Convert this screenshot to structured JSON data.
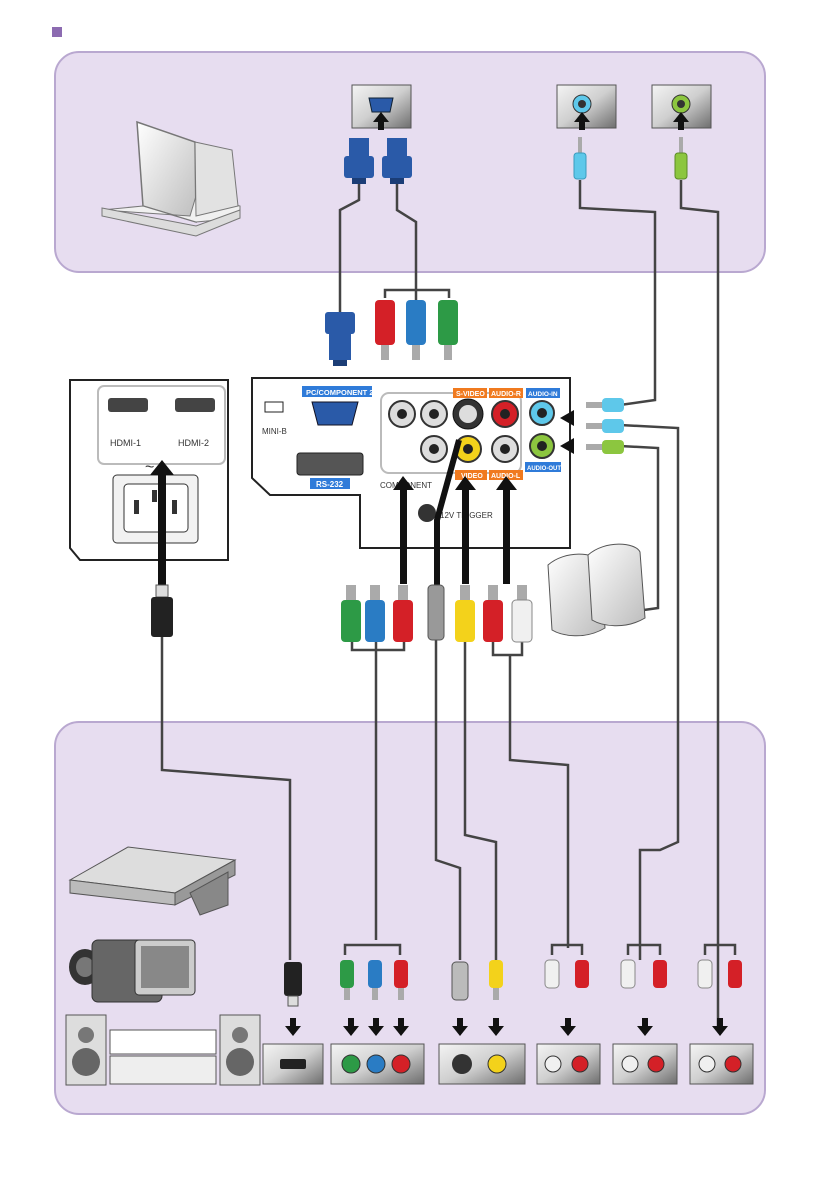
{
  "panel": {
    "pc_component": "PC/COMPONENT 2",
    "rs232": "RS-232",
    "mini_b": "MINI-B",
    "component": "COMPONENT",
    "s_video": "S-VIDEO",
    "video": "VIDEO",
    "audio_r": "AUDIO-R",
    "audio_l": "AUDIO-L",
    "audio_in": "AUDIO-IN",
    "audio_out": "AUDIO-OUT",
    "trigger": "12V TRIGGER",
    "hdmi1": "HDMI-1",
    "hdmi2": "HDMI-2",
    "ac_symbol": "~"
  },
  "colors": {
    "panel_fill": "#e7ddf0",
    "panel_border": "#b9a8d0",
    "blue_label": "#2f7bd9",
    "orange_label": "#f07a1f",
    "vga_blue": "#2a5aa8",
    "red": "#d42027",
    "green": "#2d9a46",
    "blue": "#2a7cc4",
    "yellow": "#f3d21b",
    "audio_blue": "#5ec8ea",
    "audio_green": "#8cc63f"
  },
  "icons": [
    "laptop-icon",
    "speakers-icon",
    "dvd-player-icon",
    "camcorder-icon",
    "stereo-system-icon",
    "arrow-down-icon"
  ]
}
